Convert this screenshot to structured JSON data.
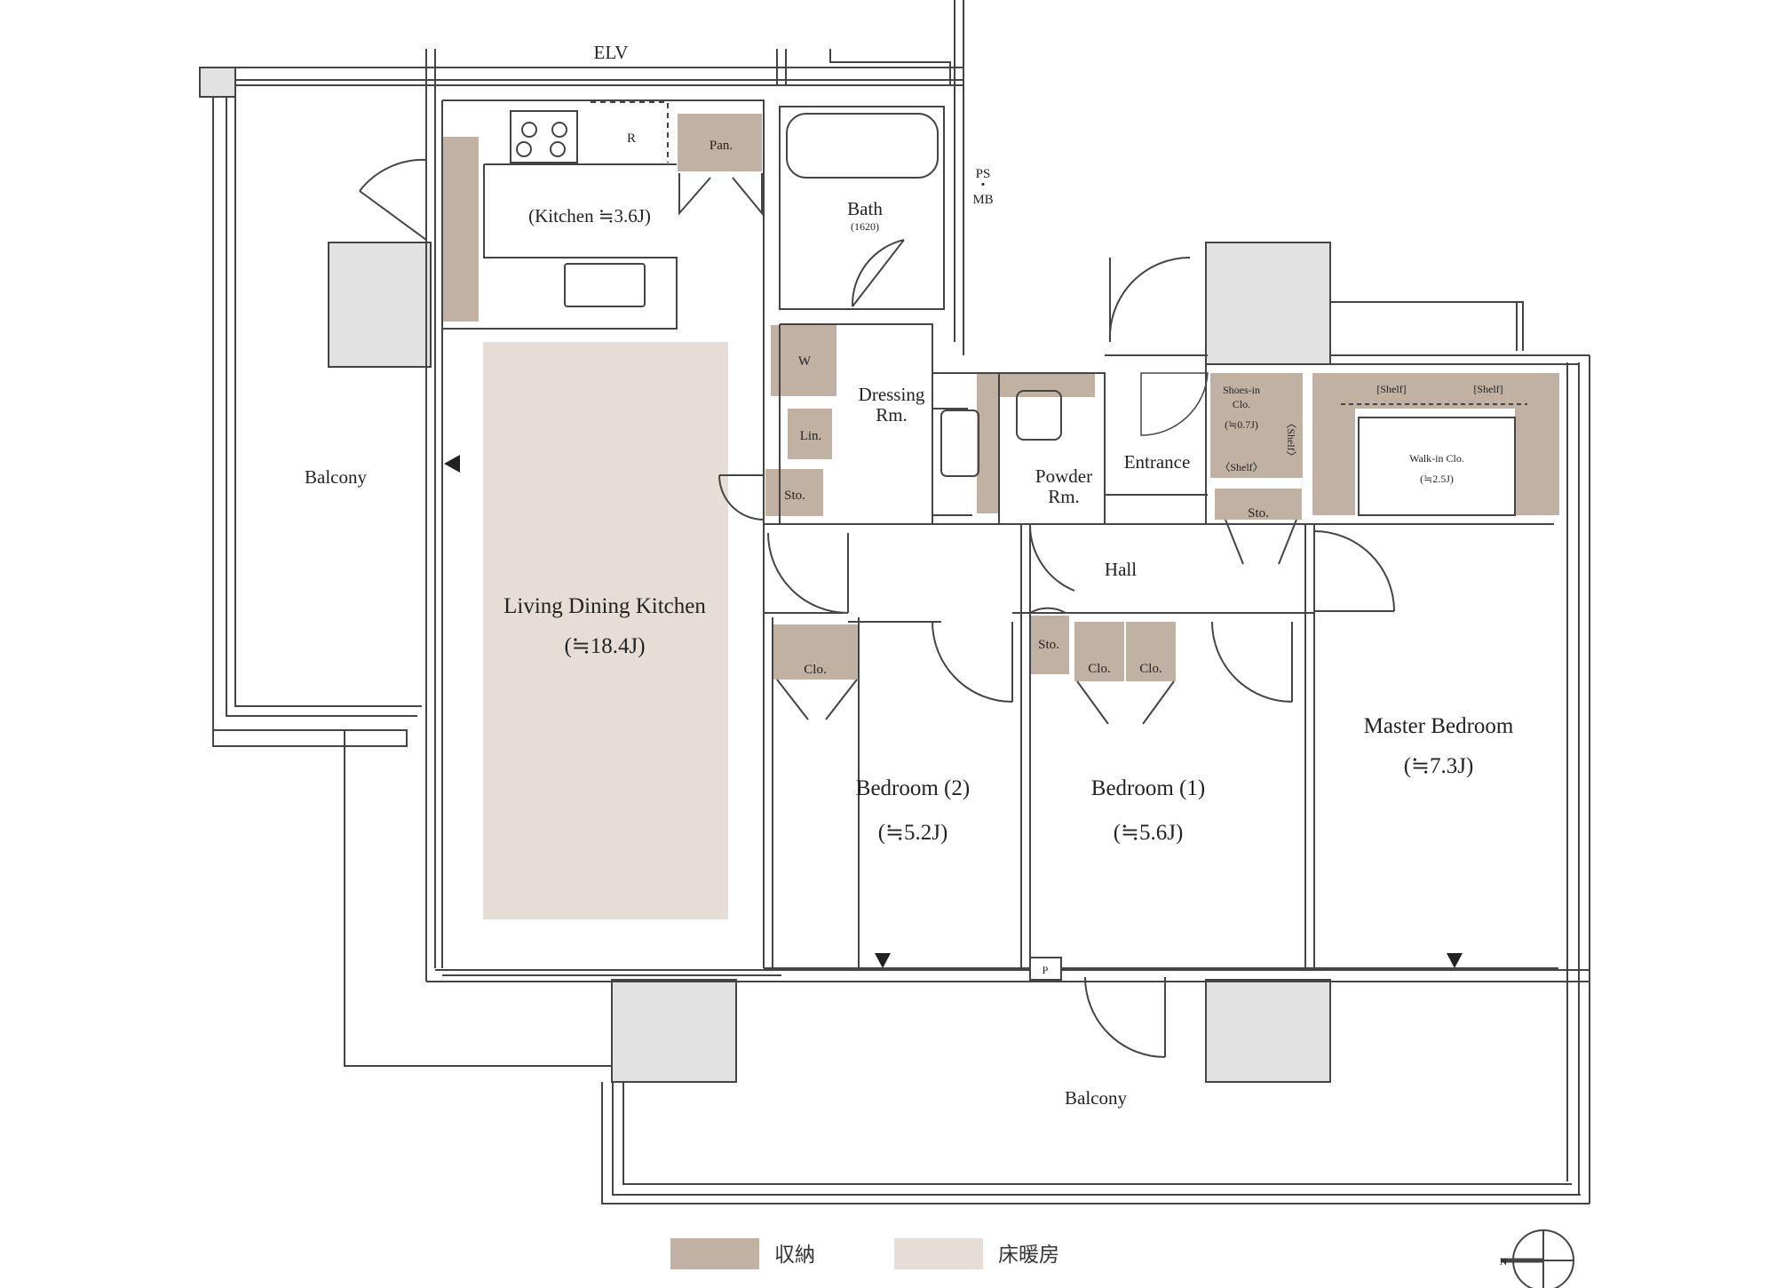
{
  "colors": {
    "storage": "#c1b1a3",
    "floor_heating": "#e6ddd7",
    "wall": "#444444",
    "column": "#e2e2e2"
  },
  "labels": {
    "elv": "ELV",
    "ps": "PS",
    "ps_dot": "・",
    "mb": "MB",
    "balcony_left": "Balcony",
    "balcony_bottom": "Balcony",
    "kitchen": "(Kitchen ≒3.6J)",
    "fridge": "R",
    "pantry": "Pan.",
    "bath": "Bath",
    "bath_size": "(1620)",
    "washer": "W",
    "dressing_1": "Dressing",
    "dressing_2": "Rm.",
    "linen": "Lin.",
    "sto_dressing": "Sto.",
    "powder_1": "Powder",
    "powder_2": "Rm.",
    "entrance": "Entrance",
    "shoes_1": "Shoes-in",
    "shoes_2": "Clo.",
    "shoes_3": "(≒0.7J)",
    "shelf_shoes_h": "〈Shelf〉",
    "shelf_shoes_v": "〈Shelf〉",
    "sto_entrance": "Sto.",
    "shelf_wic_1": "[Shelf]",
    "shelf_wic_2": "[Shelf]",
    "wic_1": "Walk-in Clo.",
    "wic_2": "(≒2.5J)",
    "hall": "Hall",
    "ldk_1": "Living Dining Kitchen",
    "ldk_2": "(≒18.4J)",
    "clo_b2": "Clo.",
    "sto_b1": "Sto.",
    "clo_b1_a": "Clo.",
    "clo_b1_b": "Clo.",
    "bed2_1": "Bedroom (2)",
    "bed2_2": "(≒5.2J)",
    "bed1_1": "Bedroom (1)",
    "bed1_2": "(≒5.6J)",
    "master_1": "Master Bedroom",
    "master_2": "(≒7.3J)",
    "p_box": "P",
    "compass_n": "N"
  },
  "legend": {
    "storage": "収納",
    "floor_heating": "床暖房"
  }
}
